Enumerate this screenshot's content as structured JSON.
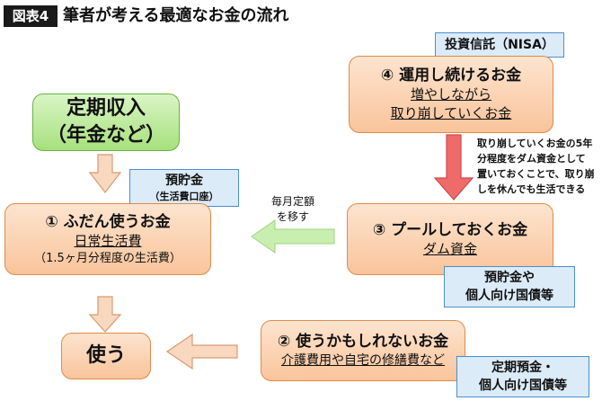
{
  "header": {
    "tag": "図表4",
    "title": "筆者が考える最適なお金の流れ"
  },
  "income": {
    "line1": "定期収入",
    "line2": "（年金など）"
  },
  "pension_tag": {
    "line1": "預貯金",
    "line2": "（生活費口座）"
  },
  "daily": {
    "title": "① ふだん使うお金",
    "sub": "日常生活費",
    "note": "（1.5ヶ月分程度の生活費）"
  },
  "use": {
    "label": "使う"
  },
  "invest_tag": {
    "label": "投資信託（NISA）"
  },
  "long_term": {
    "title": "④ 運用し続けるお金",
    "sub1": "増やしながら",
    "sub2": "取り崩していくお金"
  },
  "drawdown_note": {
    "lines": [
      "取り崩していくお金の5年",
      "分程度をダム資金として",
      "置いておくことで、取り崩",
      "しを休んでも生活できる"
    ]
  },
  "pool": {
    "title": "③ プールしておくお金",
    "sub": "ダム資金"
  },
  "pool_tag": {
    "line1": "預貯金や",
    "line2": "個人向け国債等"
  },
  "monthly_note": {
    "line1": "毎月定額",
    "line2": "を移す"
  },
  "maybe": {
    "title": "② 使うかもしれないお金",
    "sub": "介護費用や自宅の修繕費など"
  },
  "maybe_tag": {
    "line1": "定期預金・",
    "line2": "個人向け国債等"
  },
  "colors": {
    "orange_fill": "#f9c49b",
    "green_fill": "#a7e07c",
    "blue_fill": "#dcebf8",
    "red_arrow": "#ef6b6b",
    "green_arrow": "#c9efb0"
  }
}
